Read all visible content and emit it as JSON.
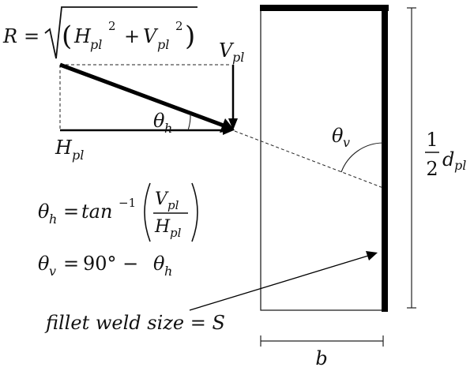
{
  "diagram": {
    "resultant": {
      "lhs": "R",
      "eq": "=",
      "paren_open": "(",
      "paren_close": ")",
      "H": "H",
      "H_sub": "pl",
      "H_exp": "2",
      "plus": "+",
      "V": "V",
      "V_sub": "pl",
      "V_exp": "2"
    },
    "labels": {
      "V": "V",
      "V_sub": "pl",
      "H": "H",
      "H_sub": "pl",
      "theta": "θ",
      "theta_h_sub": "h",
      "theta_v_sub": "v",
      "half_num": "1",
      "half_den": "2",
      "d": "d",
      "d_sub": "pl",
      "b": "b",
      "fillet": "fillet weld size = S"
    },
    "eq_theta_h": {
      "lhs_theta": "θ",
      "lhs_sub": "h",
      "eq": "=",
      "func": "tan",
      "exp": "−1",
      "num": "V",
      "num_sub": "pl",
      "den": "H",
      "den_sub": "pl"
    },
    "eq_theta_v": {
      "lhs_theta": "θ",
      "lhs_sub": "v",
      "eq": "=",
      "value": "90° −",
      "rhs_theta": "θ",
      "rhs_sub": "h"
    }
  }
}
